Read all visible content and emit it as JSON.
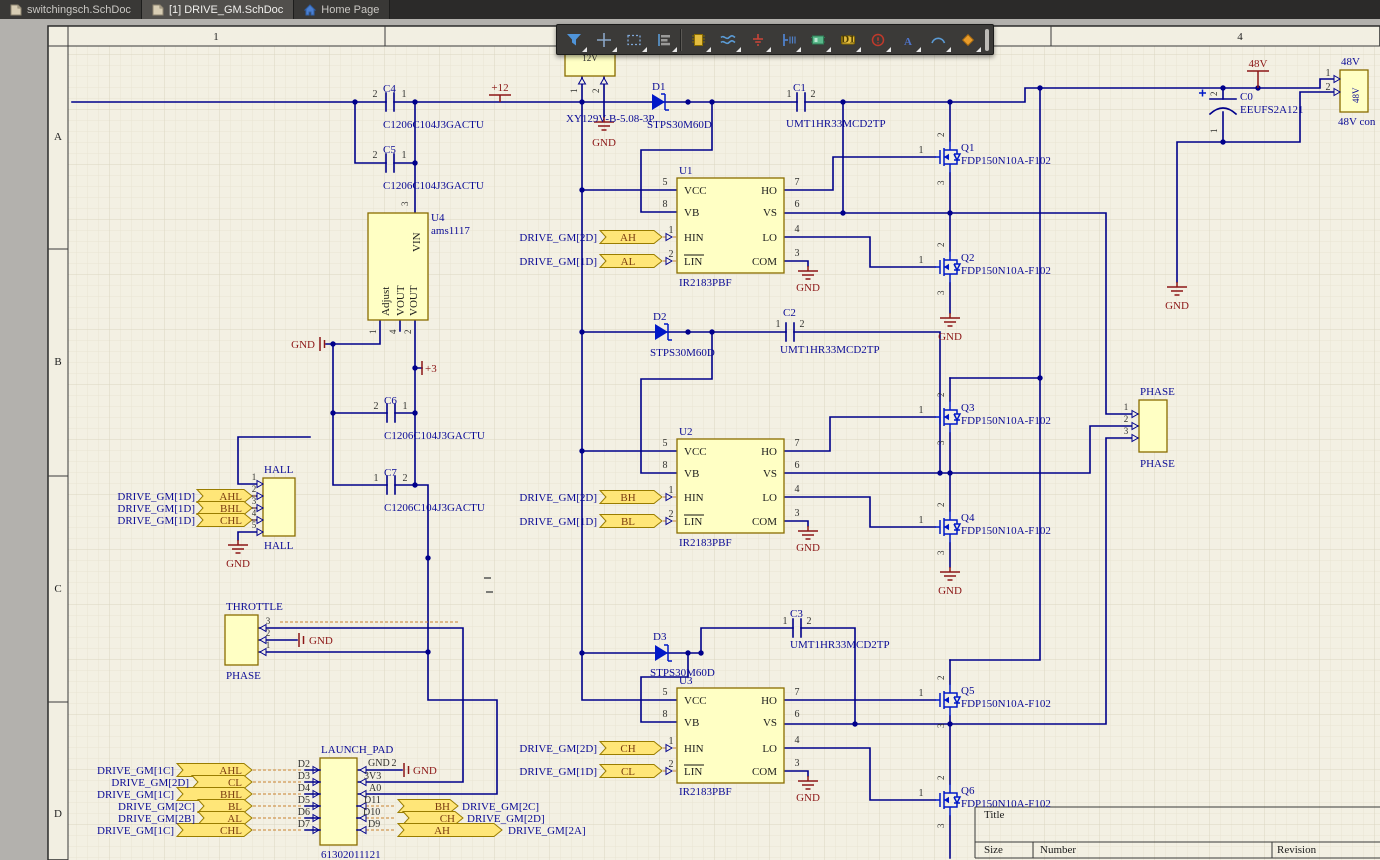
{
  "tabs": {
    "t1": "switchingsch.SchDoc",
    "t2": "[1] DRIVE_GM.SchDoc",
    "t3": "Home Page"
  },
  "toolbar": {
    "d1": "D1",
    "a": "A"
  },
  "zones": {
    "c1": "1",
    "c4": "4",
    "rA": "A",
    "rB": "B",
    "rC": "C",
    "rD": "D"
  },
  "tb": {
    "title": "Title",
    "size": "Size",
    "number": "Number",
    "revision": "Revision"
  },
  "pw": {
    "p12": "+12",
    "p3": "+3",
    "v48": "48V",
    "gnd": "GND"
  },
  "d": {
    "1": "1",
    "2": "2",
    "3": "3",
    "4": "4",
    "5": "5",
    "6": "6",
    "7": "7",
    "8": "8"
  },
  "pins": {
    "vcc": "VCC",
    "vb": "VB",
    "hin": "HIN",
    "lin": "LIN",
    "ho": "HO",
    "vs": "VS",
    "lo": "LO",
    "com": "COM"
  },
  "u": {
    "u1": "U1",
    "u2": "U2",
    "u3": "U3",
    "drv": "IR2183PBF"
  },
  "reg": {
    "ref": "U4",
    "part": "ams1117",
    "vin": "VIN",
    "adj": "Adjust",
    "vout": "VOUT"
  },
  "cap": {
    "c0": "C0",
    "c1": "C1",
    "c2": "C2",
    "c3": "C3",
    "c4": "C4",
    "c5": "C5",
    "c6": "C6",
    "c7": "C7",
    "p100n": "C1206C104J3GACTU",
    "pboot": "UMT1HR33MCD2TP",
    "pbulk": "EEUFS2A121"
  },
  "dio": {
    "d1": "D1",
    "d2": "D2",
    "d3": "D3",
    "part": "STPS30M60D"
  },
  "q": {
    "q1": "Q1",
    "q2": "Q2",
    "q3": "Q3",
    "q4": "Q4",
    "q5": "Q5",
    "q6": "Q6",
    "part": "FDP150N10A-F102"
  },
  "con": {
    "v12": {
      "name": "12V",
      "part": "XY129V-B-5.08-3P"
    },
    "v48": {
      "name": "48V",
      "desc": "48V con"
    },
    "hall": "HALL",
    "throttle": "THROTTLE",
    "phase": "PHASE",
    "lp": "LAUNCH_PAD",
    "lp_part": "61302011121",
    "lpl": [
      "D2",
      "D3",
      "D4",
      "D5",
      "D6",
      "D7"
    ],
    "lpr": [
      "GND",
      "3V3",
      "A0",
      "D11",
      "D10",
      "D9"
    ]
  },
  "net": {
    "gm1c": "DRIVE_GM[1C]",
    "gm1d": "DRIVE_GM[1D]",
    "gm2a": "DRIVE_GM[2A]",
    "gm2b": "DRIVE_GM[2B]",
    "gm2c": "DRIVE_GM[2C]",
    "gm2d": "DRIVE_GM[2D]"
  },
  "prt": {
    "ah": "AH",
    "al": "AL",
    "bh": "BH",
    "bl": "BL",
    "ch": "CH",
    "cl": "CL",
    "ahl": "AHL",
    "bhl": "BHL",
    "chl": "CHL"
  }
}
